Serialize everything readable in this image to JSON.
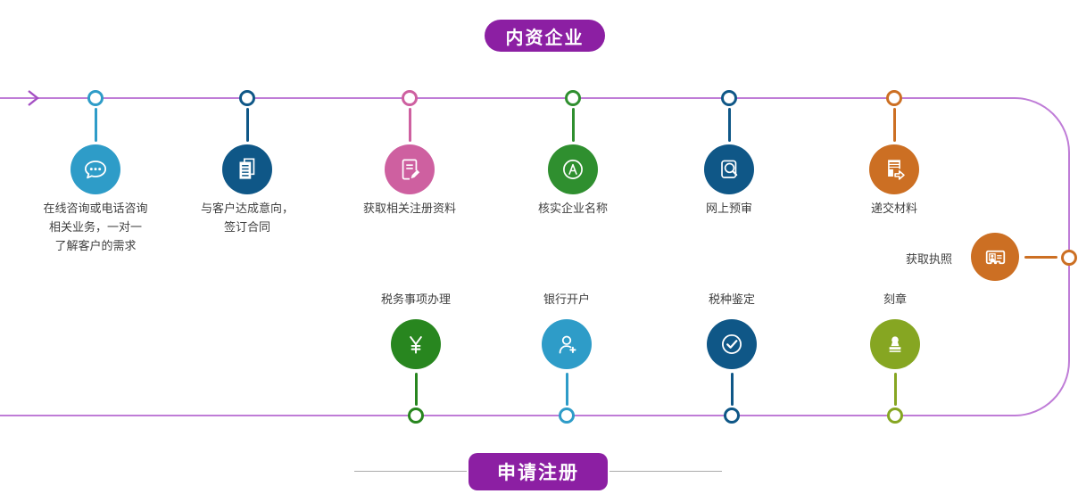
{
  "banners": {
    "top": "内资企业",
    "bottom": "申请注册"
  },
  "colors": {
    "track_line": "#BF7CD7",
    "arrow": "#A44FC3",
    "banner_purple": "#8C1FA3",
    "blue": "#2E9CC8",
    "navy": "#0F5787",
    "pink": "#CE60A0",
    "green": "#2F8F2F",
    "dark_green": "#28861F",
    "orange": "#CC6F23",
    "olive": "#86A622",
    "label_text": "#3F3F3F"
  },
  "top_steps": [
    {
      "label": "在线咨询或电话咨询\n相关业务，一对一\n了解客户的需求",
      "icon": "chat-icon",
      "color": "#2E9CC8"
    },
    {
      "label": "与客户达成意向，\n签订合同",
      "icon": "documents-icon",
      "color": "#0F5787"
    },
    {
      "label": "获取相关注册资料",
      "icon": "doc-pen-icon",
      "color": "#CE60A0"
    },
    {
      "label": "核实企业名称",
      "icon": "circle-a-icon",
      "color": "#2F8F2F"
    },
    {
      "label": "网上预审",
      "icon": "doc-search-icon",
      "color": "#0F5787"
    },
    {
      "label": "递交材料",
      "icon": "doc-arrow-icon",
      "color": "#CC6F23"
    }
  ],
  "license_step": {
    "label": "获取执照",
    "icon": "license-icon",
    "color": "#CC6F23"
  },
  "bottom_steps": [
    {
      "label": "税务事项办理",
      "icon": "yen-icon",
      "color": "#28861F"
    },
    {
      "label": "银行开户",
      "icon": "person-plus-icon",
      "color": "#2E9CC8"
    },
    {
      "label": "税种鉴定",
      "icon": "check-circle-icon",
      "color": "#0F5787"
    },
    {
      "label": "刻章",
      "icon": "stamp-icon",
      "color": "#86A622"
    }
  ]
}
